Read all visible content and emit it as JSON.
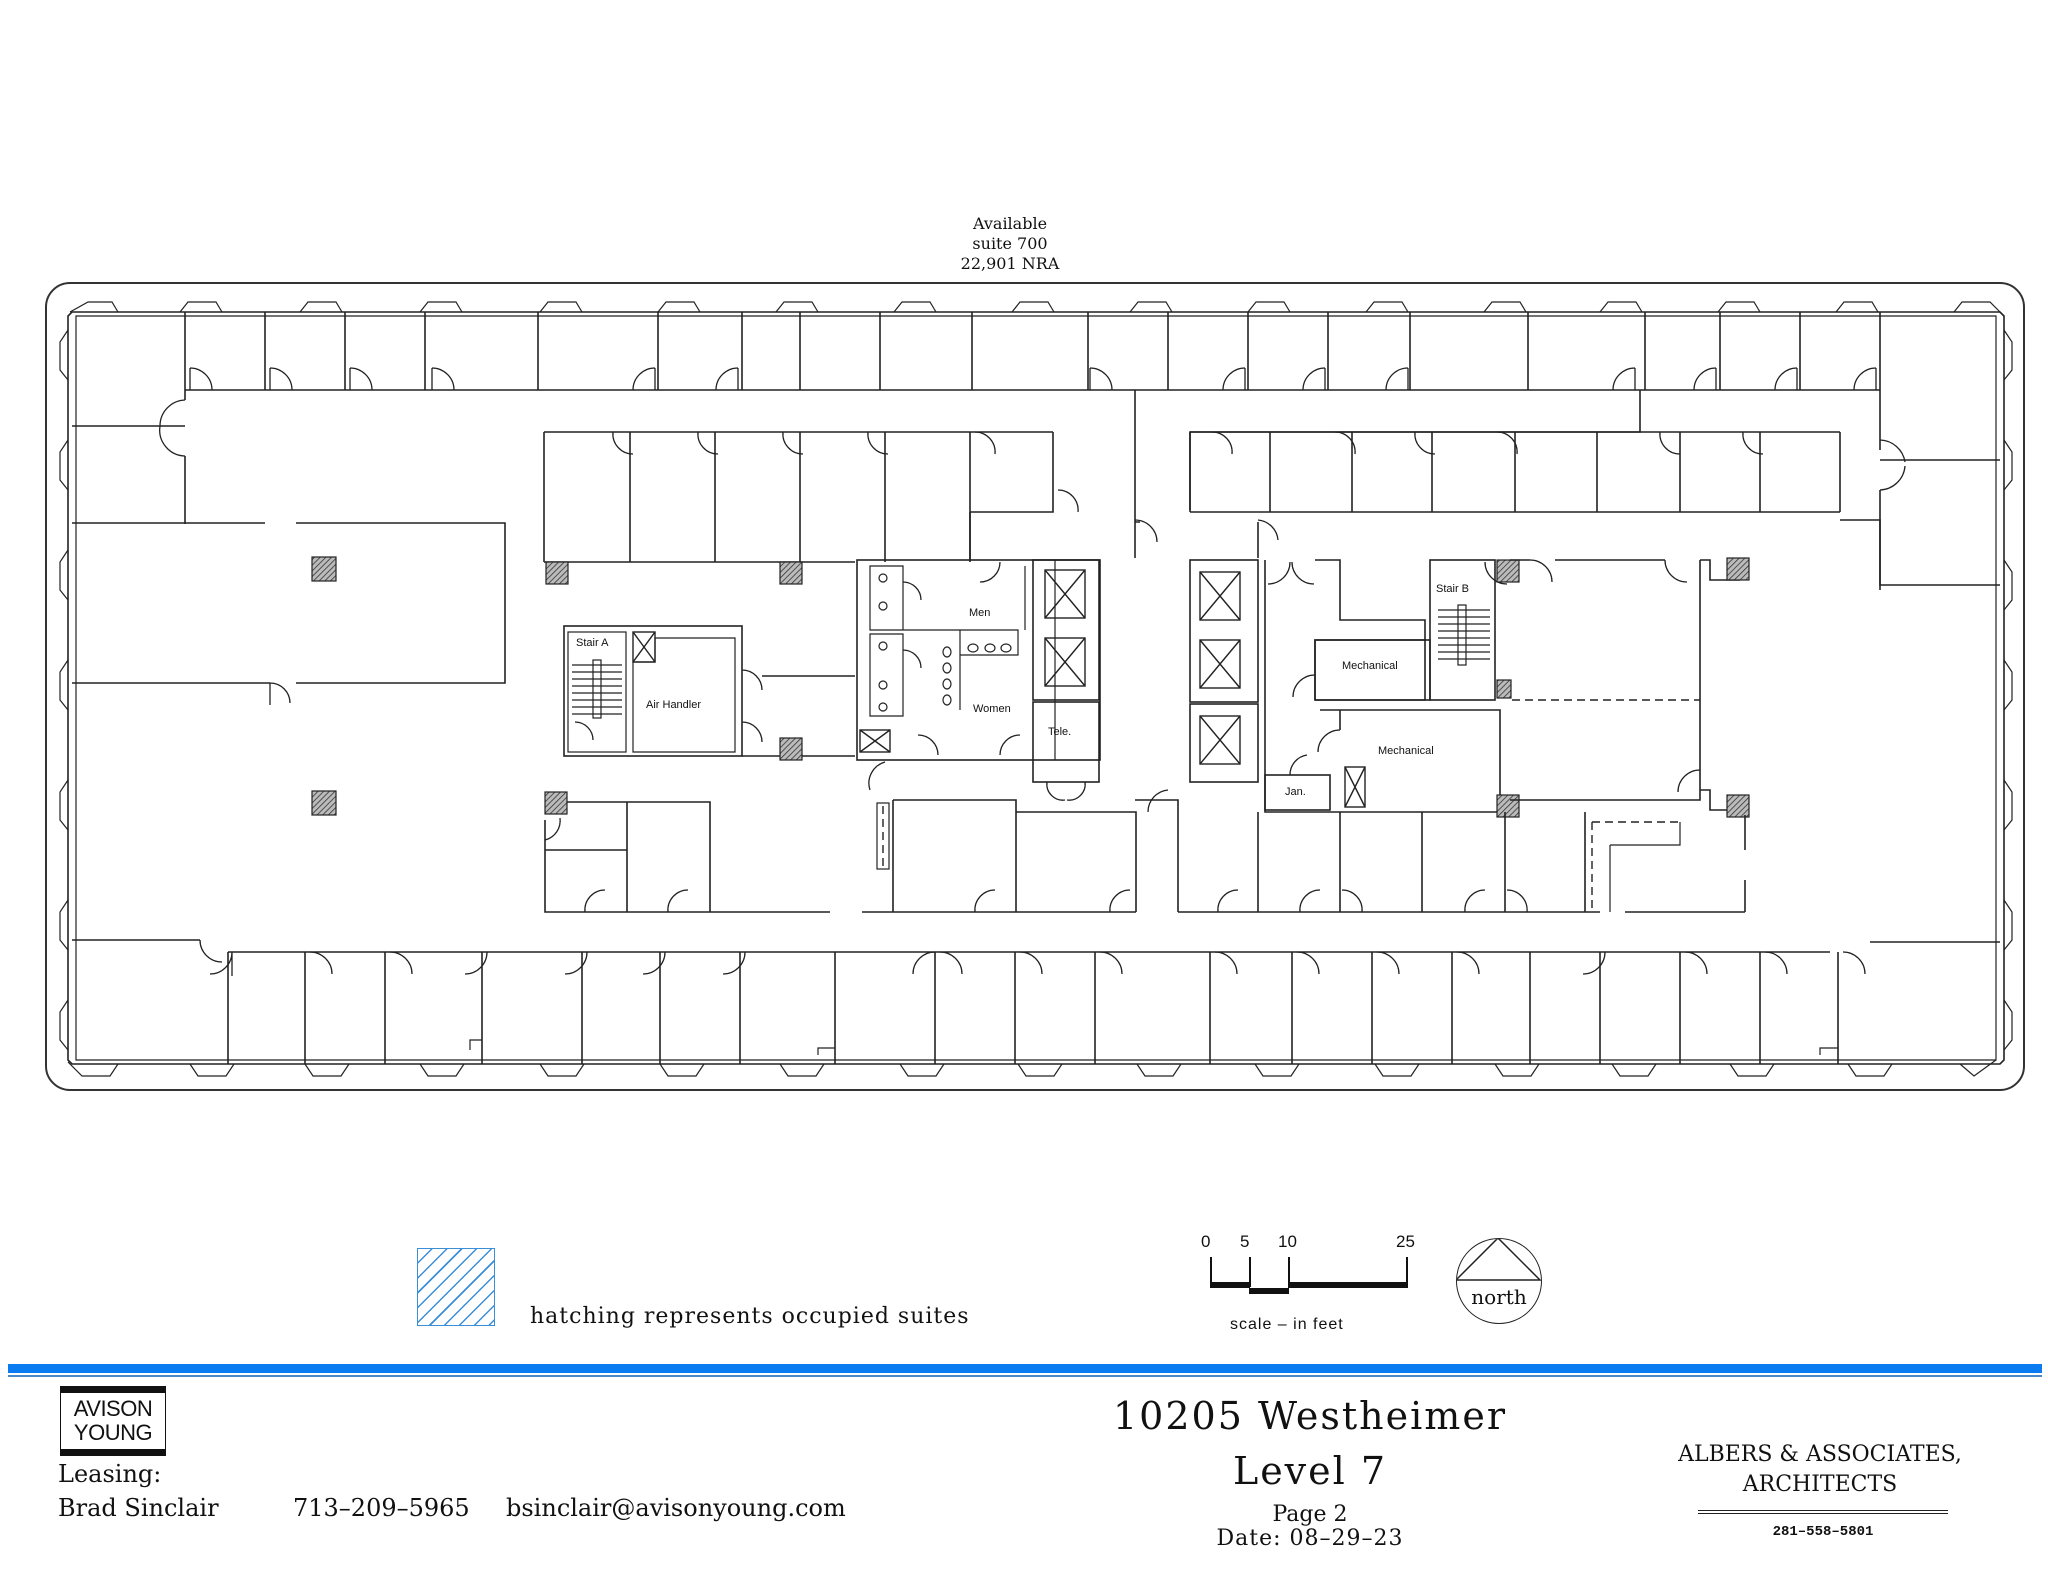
{
  "suite": {
    "line1": "Available",
    "line2": "suite  700",
    "line3": "22,901  NRA"
  },
  "rooms": {
    "stair_a": "Stair A",
    "stair_b": "Stair B",
    "air_handler": "Air Handler",
    "men": "Men",
    "women": "Women",
    "tele": "Tele.",
    "mechanical_1": "Mechanical",
    "mechanical_2": "Mechanical",
    "janitor": "Jan."
  },
  "legend": {
    "hatch_color": "#3a8fd8",
    "text": "hatching  represents  occupied  suites"
  },
  "scale": {
    "ticks": [
      "0",
      "5",
      "10",
      "25"
    ],
    "caption": "scale  –  in  feet"
  },
  "north_arrow": {
    "label": "north"
  },
  "divider": {
    "color": "#0a7bf0"
  },
  "leasing": {
    "logo_line1": "AVISON",
    "logo_line2": "YOUNG",
    "label": "Leasing:",
    "agent_name": "Brad  Sinclair",
    "agent_phone": "713–209–5965",
    "agent_email": "bsinclair@avisonyoung.com"
  },
  "title_block": {
    "address": "10205  Westheimer",
    "level": "Level  7",
    "page": "Page  2",
    "date": "Date:  08–29–23"
  },
  "architect": {
    "name_line1": "ALBERS  &  ASSOCIATES,",
    "name_line2": "ARCHITECTS",
    "phone": "281–558–5801"
  }
}
